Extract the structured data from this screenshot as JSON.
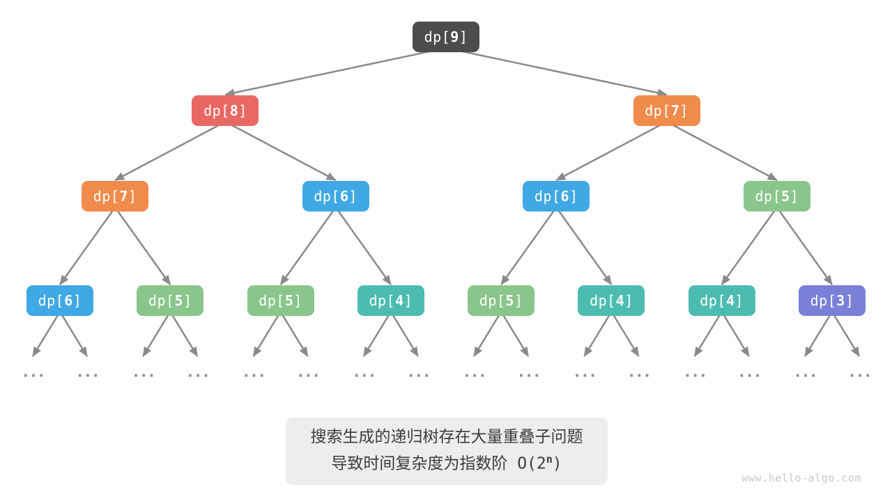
{
  "palette": {
    "dark": "#4c4c4c",
    "red": "#ea6864",
    "orange": "#f08b4c",
    "blue": "#40a8e4",
    "green": "#8ac58b",
    "teal": "#4dbcb0",
    "purple": "#7a80d8",
    "arrow": "#8a8a8a"
  },
  "label_format": {
    "prefix": "dp[",
    "suffix": "]"
  },
  "ellipsis": "...",
  "tree": {
    "index": "9",
    "color": "dark",
    "children": [
      {
        "index": "8",
        "color": "red",
        "children": [
          {
            "index": "7",
            "color": "orange",
            "children": [
              {
                "index": "6",
                "color": "blue"
              },
              {
                "index": "5",
                "color": "green"
              }
            ]
          },
          {
            "index": "6",
            "color": "blue",
            "children": [
              {
                "index": "5",
                "color": "green"
              },
              {
                "index": "4",
                "color": "teal"
              }
            ]
          }
        ]
      },
      {
        "index": "7",
        "color": "orange",
        "children": [
          {
            "index": "6",
            "color": "blue",
            "children": [
              {
                "index": "5",
                "color": "green"
              },
              {
                "index": "4",
                "color": "teal"
              }
            ]
          },
          {
            "index": "5",
            "color": "green",
            "children": [
              {
                "index": "4",
                "color": "teal"
              },
              {
                "index": "3",
                "color": "purple"
              }
            ]
          }
        ]
      }
    ]
  },
  "caption": {
    "line1": "搜索生成的递归树存在大量重叠子问题",
    "line2_text": "导致时间复杂度为指数阶",
    "formula_open": " O(2",
    "formula_sup": "n",
    "formula_close": ")"
  },
  "watermark": "www.hello-algo.com"
}
